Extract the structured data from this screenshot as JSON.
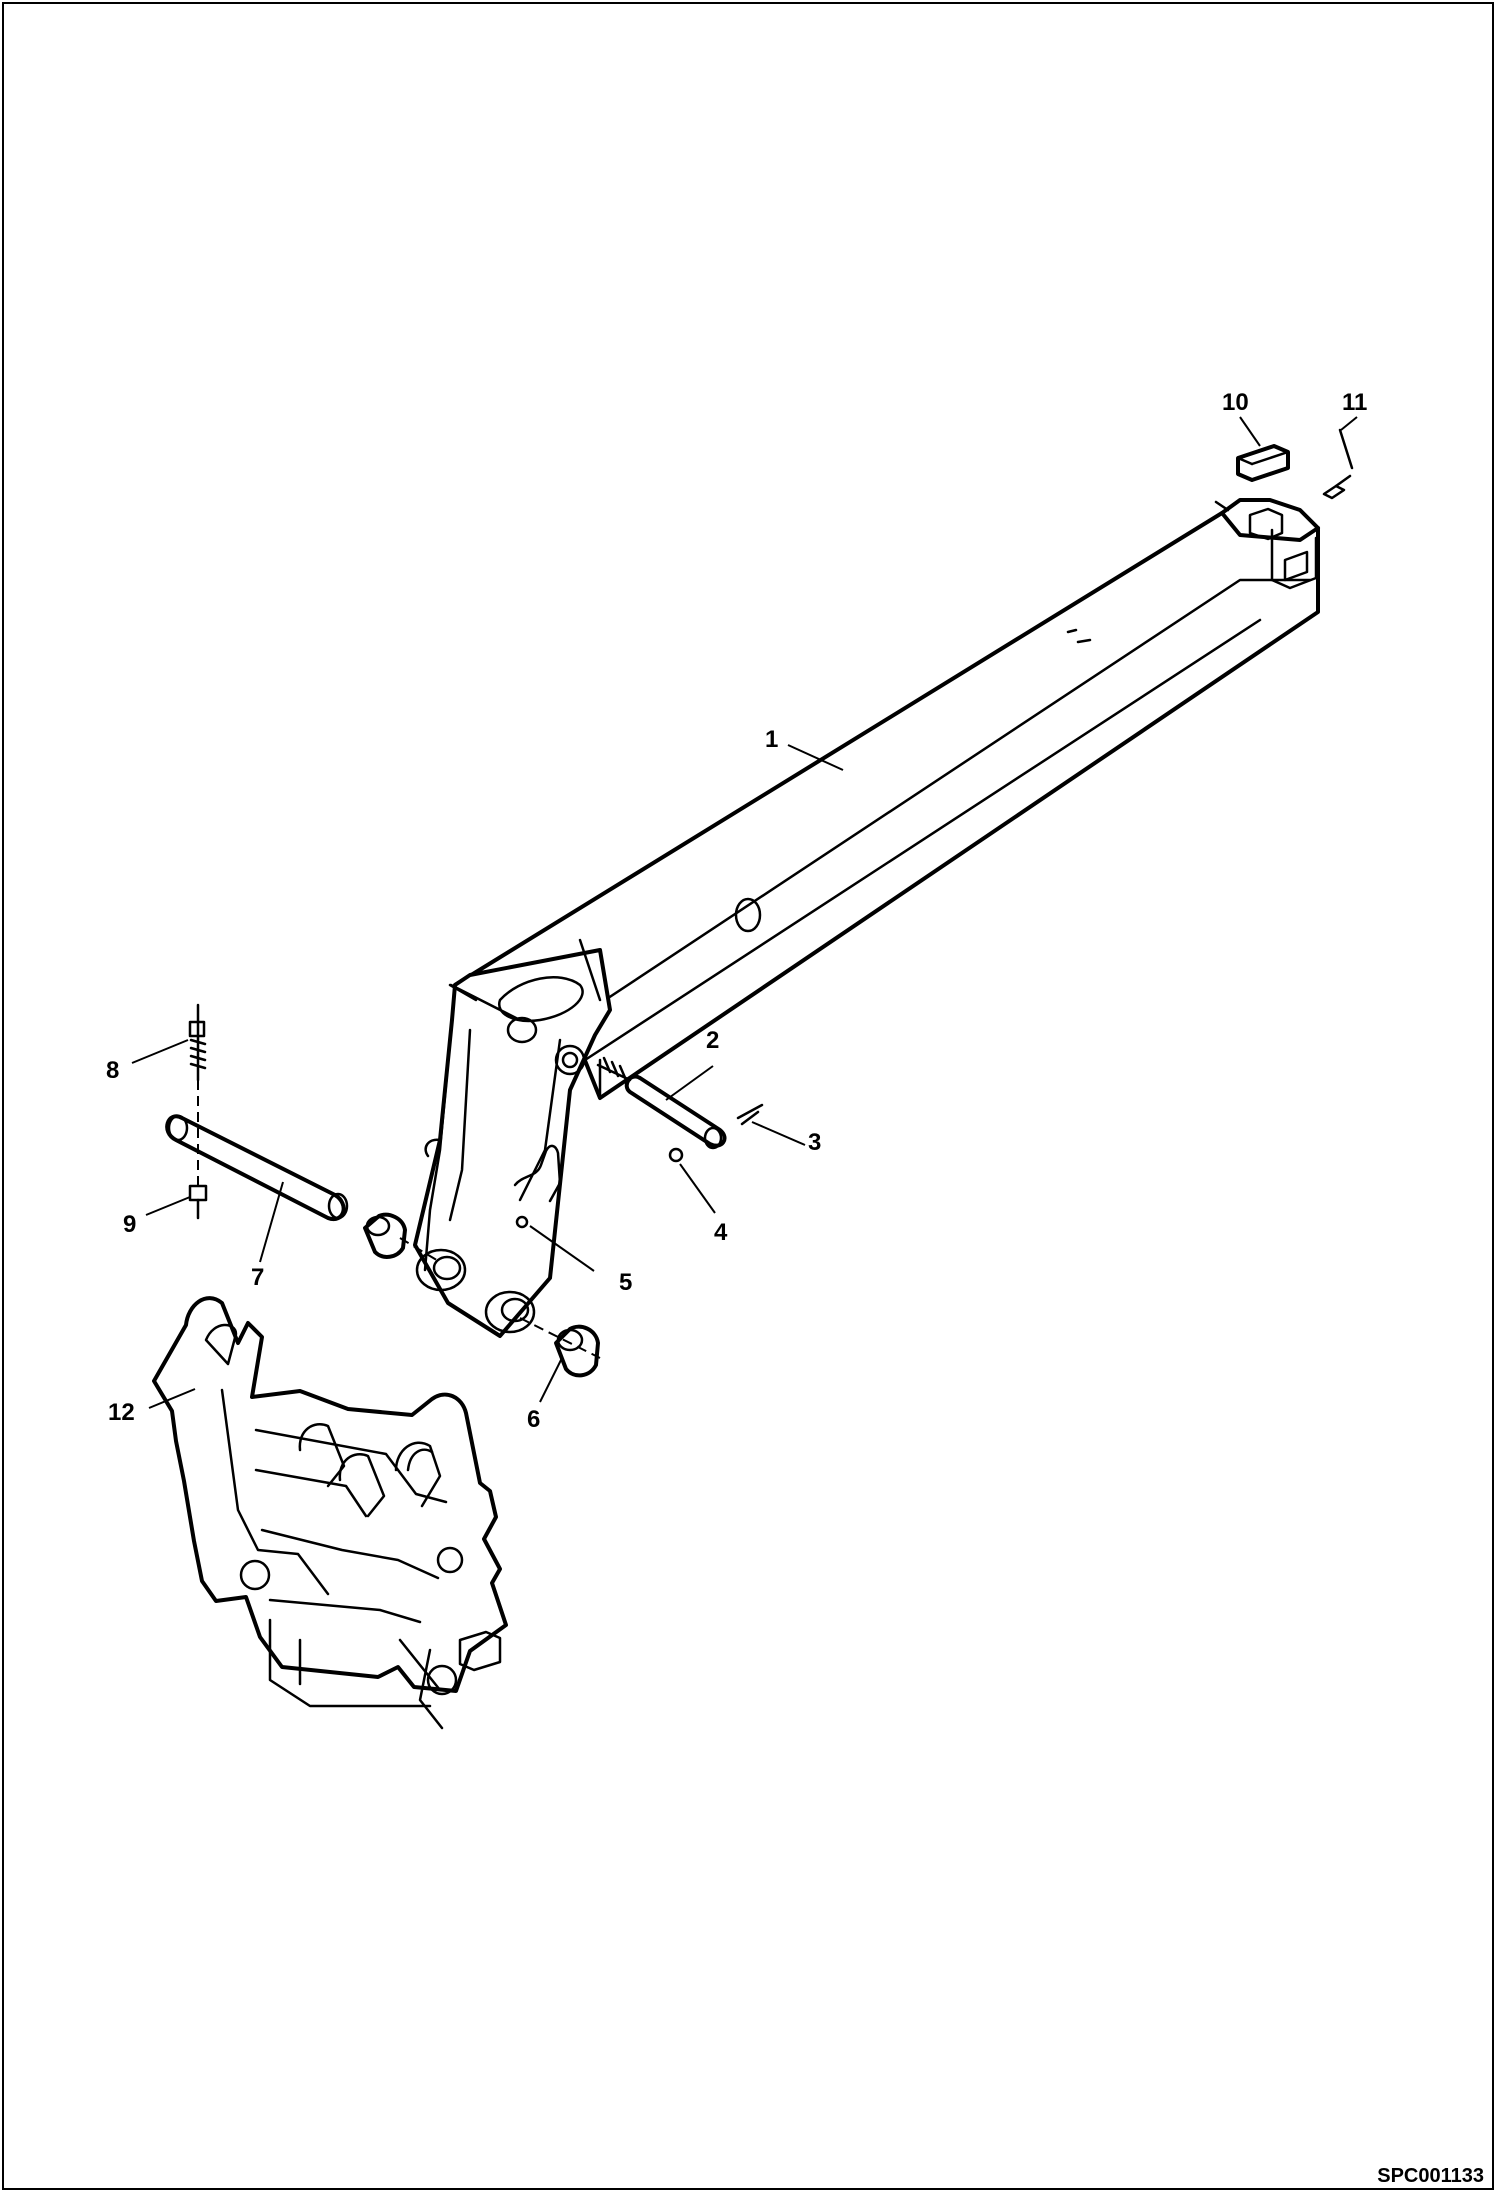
{
  "drawing_code": "SPC001133",
  "callouts": [
    "1",
    "2",
    "3",
    "4",
    "5",
    "6",
    "7",
    "8",
    "9",
    "10",
    "11",
    "12"
  ]
}
